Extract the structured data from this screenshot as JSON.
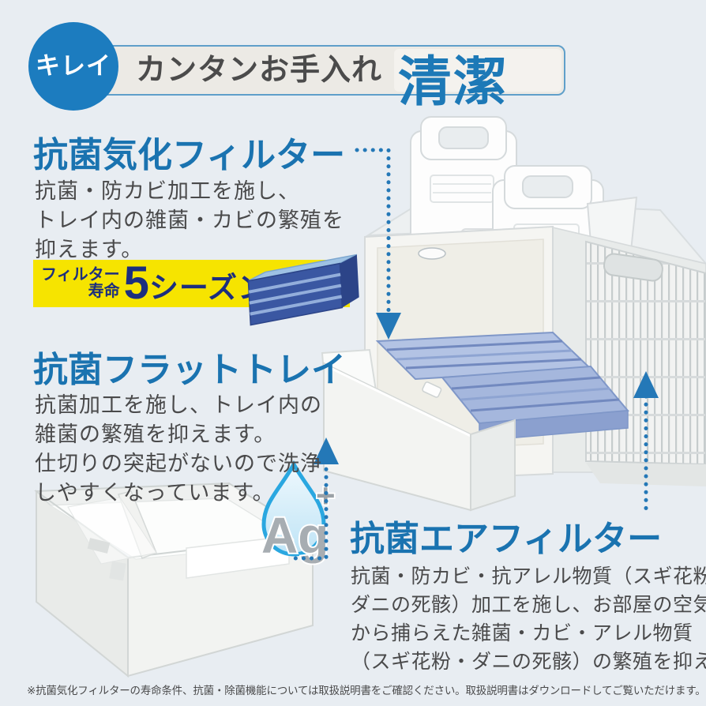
{
  "header": {
    "badge_label": "キレイ",
    "title": "カンタンお手入れ",
    "highlight": "清潔"
  },
  "sections": {
    "vapor_filter": {
      "title": "抗菌気化フィルター",
      "body_lines": [
        "抗菌・防カビ加工を施し、",
        "トレイ内の雑菌・カビの繁殖を",
        "抑えます。"
      ]
    },
    "filter_life": {
      "label_top": "フィルター",
      "label_bottom": "寿命",
      "number": "5",
      "unit": "シーズン"
    },
    "flat_tray": {
      "title": "抗菌フラットトレイ",
      "body_lines": [
        "抗菌加工を施し、トレイ内の",
        "雑菌の繁殖を抑えます。",
        "仕切りの突起がないので洗浄",
        "しやすくなっています。"
      ]
    },
    "air_filter": {
      "title": "抗菌エアフィルター",
      "body_lines": [
        "抗菌・防カビ・抗アレル物質（スギ花粉・",
        "ダニの死骸）加工を施し、お部屋の空気",
        "から捕らえた雑菌・カビ・アレル物質",
        "（スギ花粉・ダニの死骸）の繁殖を抑えます。"
      ]
    },
    "silver_ion": {
      "element": "Ag",
      "charge": "+"
    }
  },
  "footnote": "※抗菌気化フィルターの寿命条件、抗菌・除菌機能については取扱説明書をご確認ください。取扱説明書はダウンロードしてご覧いただけます。",
  "colors": {
    "background": "#e8edf2",
    "accent_blue": "#1d79b7",
    "heading_blue": "#1a73b0",
    "circle_blue": "#1c7cbf",
    "badge_yellow": "#f6e400",
    "badge_navy": "#1c2e7e",
    "arrow_blue": "#2478b7",
    "filter_blue": "#3a57a2"
  }
}
